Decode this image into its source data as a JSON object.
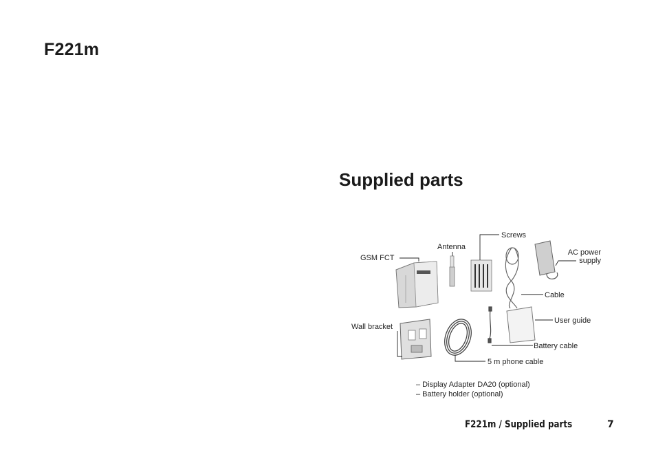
{
  "model_title": "F221m",
  "section_title": "Supplied parts",
  "figure": {
    "labels": {
      "gsm_fct": "GSM FCT",
      "antenna": "Antenna",
      "screws": "Screws",
      "ac_power_line1": "AC power",
      "ac_power_line2": "supply",
      "cable": "Cable",
      "user_guide": "User guide",
      "wall_bracket": "Wall bracket",
      "battery_cable": "Battery cable",
      "phone_cable": "5 m phone cable"
    }
  },
  "notes": [
    "– Display Adapter DA20 (optional)",
    "– Battery holder (optional)"
  ],
  "footer": {
    "title": "F221m / Supplied parts",
    "page": "7"
  }
}
